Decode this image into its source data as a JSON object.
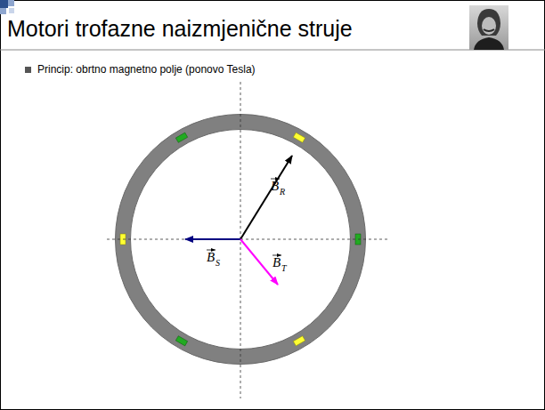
{
  "diagram": {
    "title": "Motori trofazne naizmjenične struje",
    "labels": [
      "Princip: obrtno magnetno polje (ponovo Tesla)",
      "B",
      "R",
      "B",
      "S",
      "B",
      "T"
    ]
  }
}
